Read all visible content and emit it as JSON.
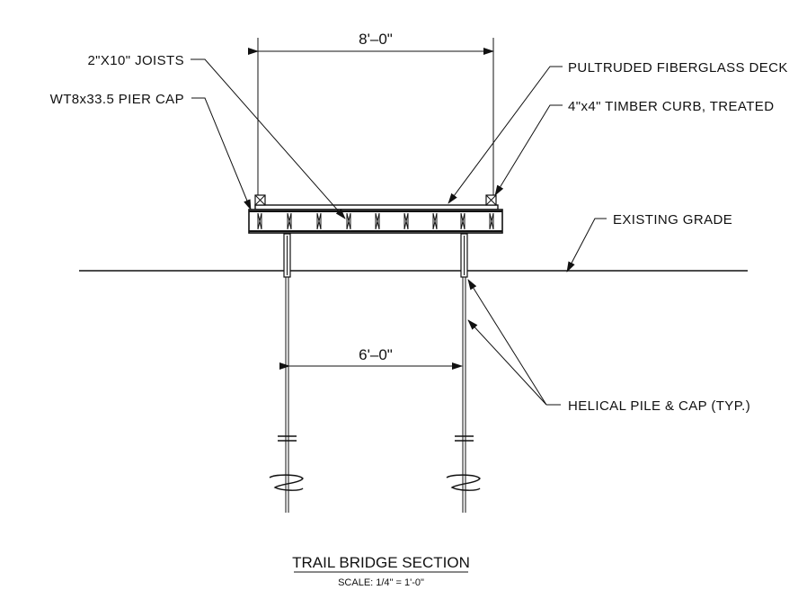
{
  "dimensions": {
    "deck_width": "8'–0\"",
    "pile_spacing": "6'–0\""
  },
  "callouts": {
    "joists": "2\"X10\" JOISTS",
    "pier_cap": "WT8x33.5 PIER CAP",
    "deck": "PULTRUDED FIBERGLASS DECK",
    "curb": "4\"x4\" TIMBER CURB, TREATED",
    "grade": "EXISTING GRADE",
    "pile": "HELICAL PILE & CAP (TYP.)"
  },
  "title_block": {
    "title": "TRAIL BRIDGE SECTION",
    "scale": "SCALE: 1/4\" = 1'-0\""
  }
}
